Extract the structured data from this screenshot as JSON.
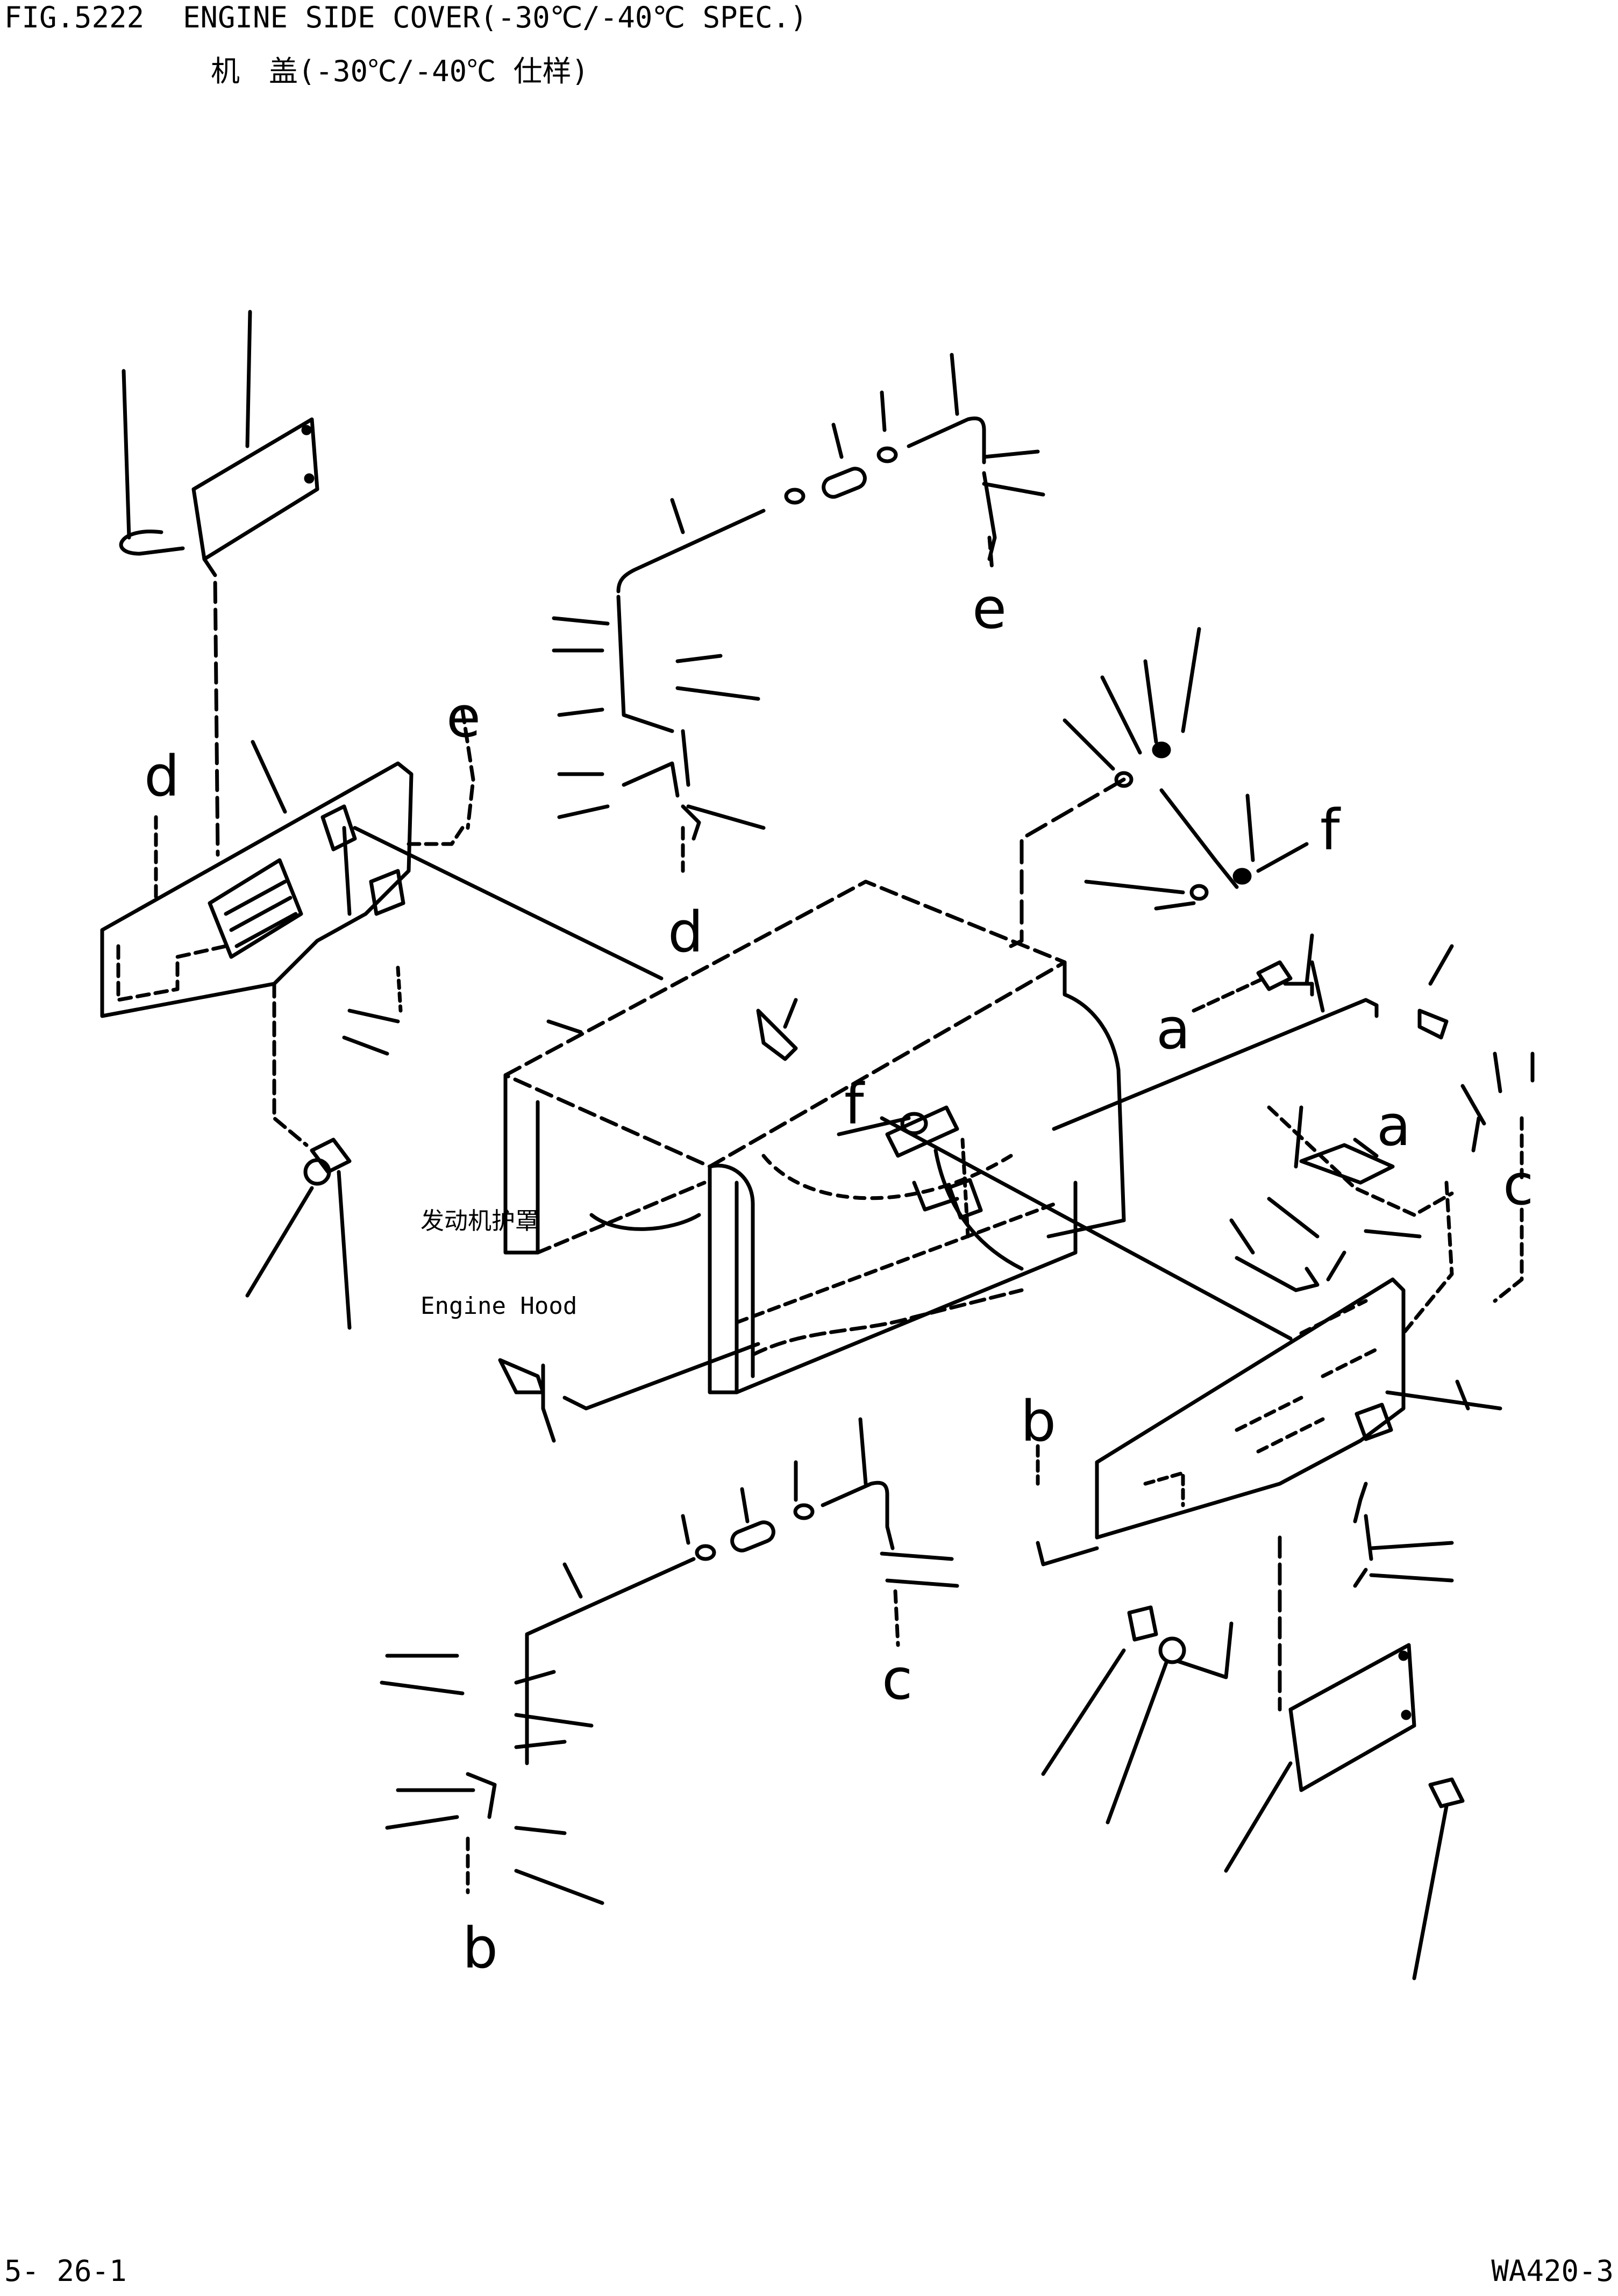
{
  "header": {
    "figure_number": "FIG.5222",
    "title_en": "ENGINE SIDE COVER(-30℃/-40℃ SPEC.)",
    "title_zh": "机　盖(-30℃/-40℃ 仕样)"
  },
  "callout_letters": {
    "a": "a",
    "b": "b",
    "c": "c",
    "d": "d",
    "e": "e",
    "f": "f"
  },
  "hood_label": {
    "zh": "发动机护罩",
    "en": "Engine Hood"
  },
  "footer": {
    "page": "5- 26-1",
    "model": "WA420-3"
  }
}
